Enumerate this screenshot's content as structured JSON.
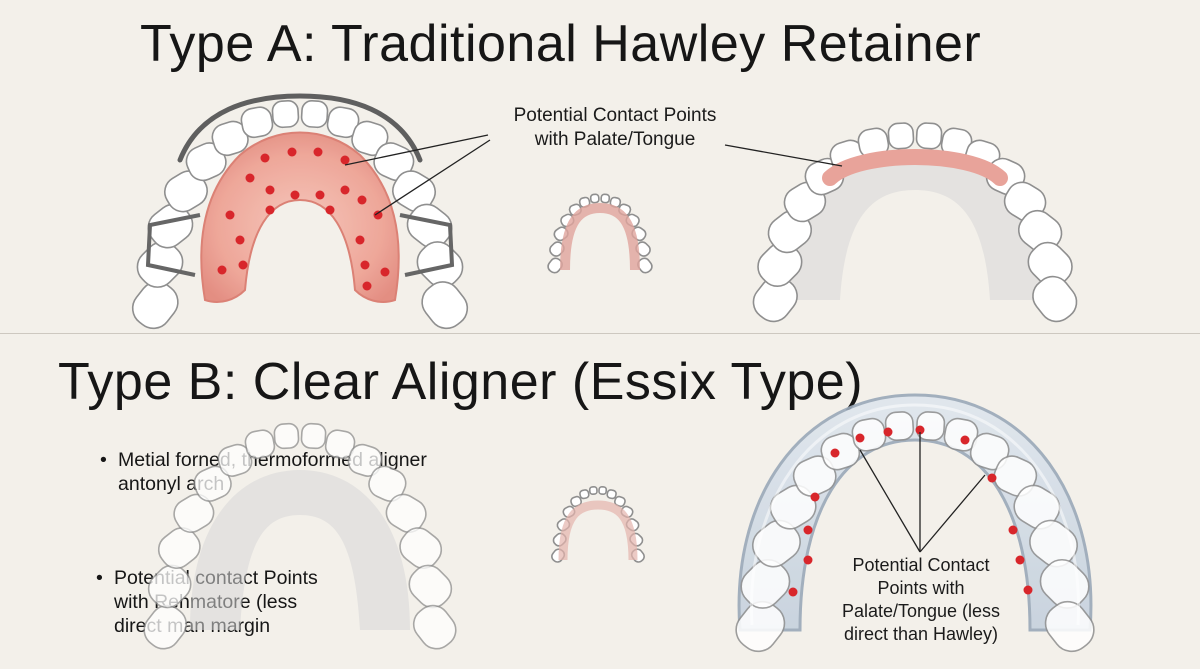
{
  "section_a": {
    "title": "Type A: Traditional Hawley Retainer",
    "contact_label_line1": "Potential Contact Points",
    "contact_label_line2": "with Palate/Tongue"
  },
  "section_b": {
    "title": "Type B: Clear Aligner (Essix Type)",
    "bullet1_line1": "Metial forned, thermoformed aligner",
    "bullet1_line2": "antonyl arch",
    "bullet2_line1": "Potential contact Points",
    "bullet2_line2": "with Rehmatore (less",
    "bullet2_line3": "direct man margin",
    "contact_label_line1": "Potential Contact",
    "contact_label_line2": "Points with",
    "contact_label_line3": "Palate/Tongue (less",
    "contact_label_line4": "direct than Hawley)"
  },
  "colors": {
    "background": "#f3f0ea",
    "contact_dot": "#d8262b",
    "palate_pink": "#e8a39a",
    "tooth_outline": "#8f8f8f",
    "wire": "#6b6b6b",
    "aligner_blue": "#b9c7d6"
  }
}
